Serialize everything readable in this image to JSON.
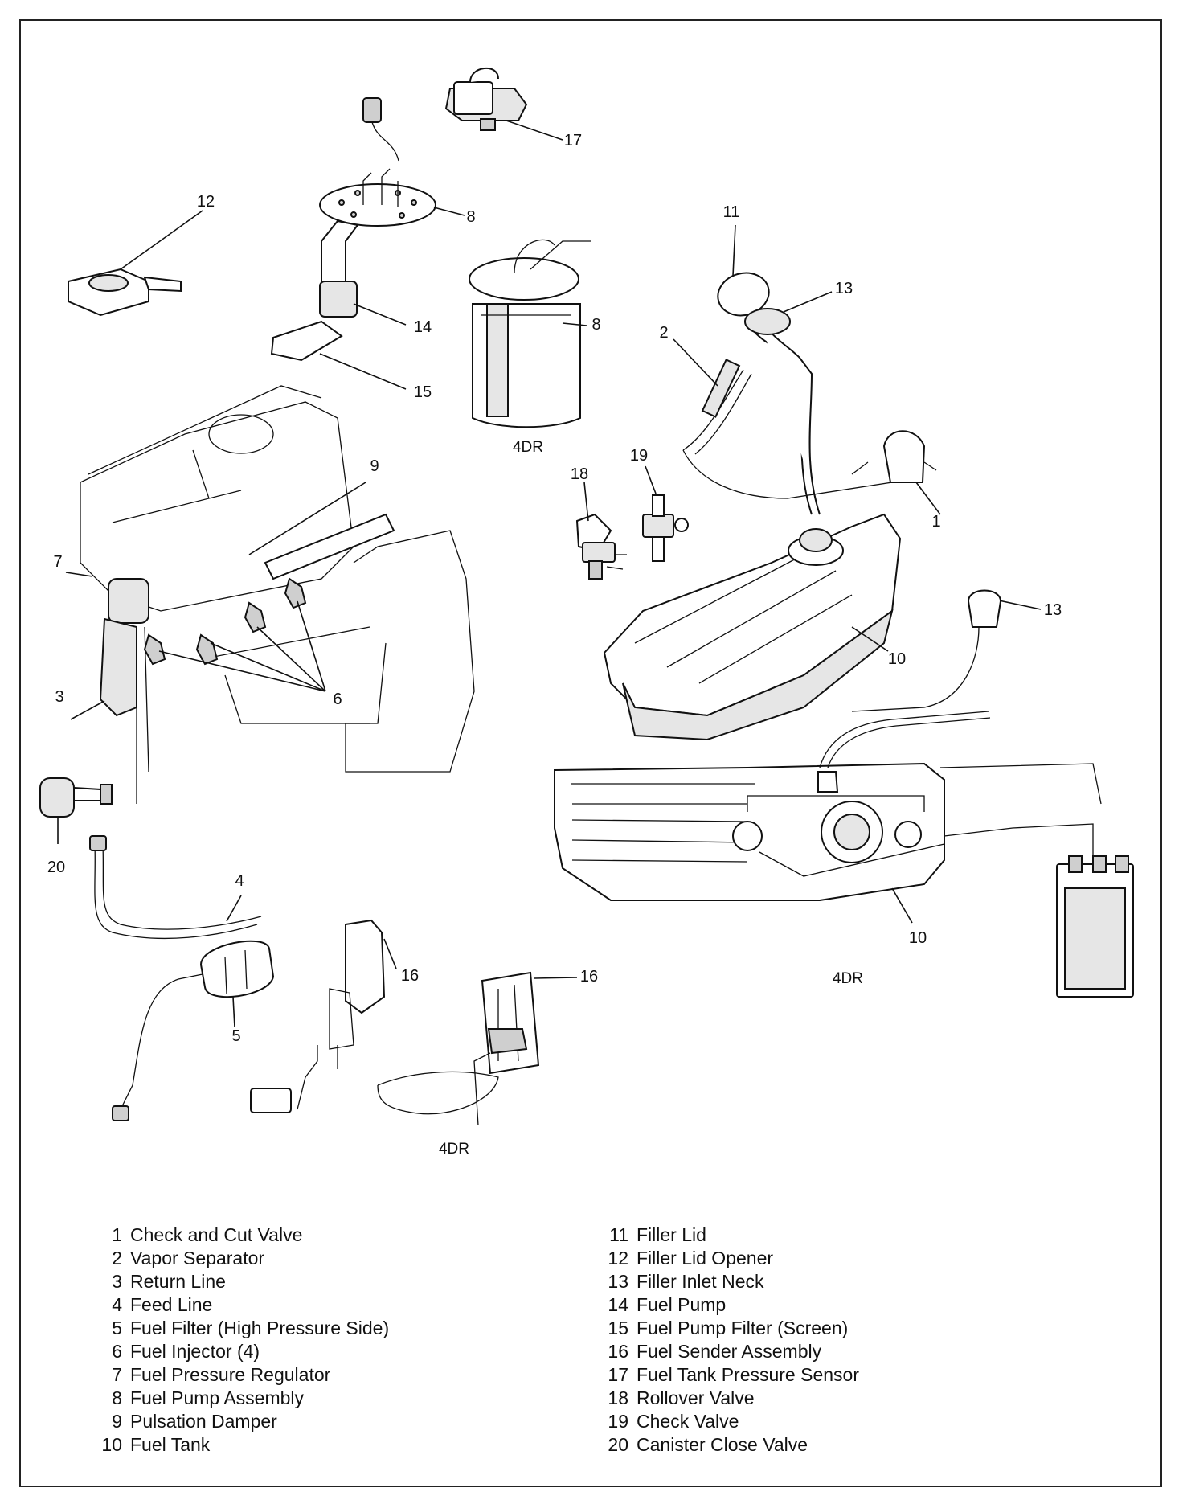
{
  "callouts": [
    {
      "n": "1"
    },
    {
      "n": "2"
    },
    {
      "n": "3"
    },
    {
      "n": "4"
    },
    {
      "n": "5"
    },
    {
      "n": "6"
    },
    {
      "n": "7"
    },
    {
      "n": "8"
    },
    {
      "n": "8"
    },
    {
      "n": "9"
    },
    {
      "n": "10"
    },
    {
      "n": "10"
    },
    {
      "n": "11"
    },
    {
      "n": "12"
    },
    {
      "n": "13"
    },
    {
      "n": "13"
    },
    {
      "n": "14"
    },
    {
      "n": "15"
    },
    {
      "n": "16"
    },
    {
      "n": "16"
    },
    {
      "n": "17"
    },
    {
      "n": "18"
    },
    {
      "n": "19"
    },
    {
      "n": "20"
    }
  ],
  "variant_label": "4DR",
  "legend": {
    "left": [
      {
        "num": "1",
        "text": "Check and Cut Valve"
      },
      {
        "num": "2",
        "text": "Vapor Separator"
      },
      {
        "num": "3",
        "text": "Return Line"
      },
      {
        "num": "4",
        "text": "Feed Line"
      },
      {
        "num": "5",
        "text": "Fuel Filter (High Pressure Side)"
      },
      {
        "num": "6",
        "text": "Fuel Injector (4)"
      },
      {
        "num": "7",
        "text": "Fuel Pressure Regulator"
      },
      {
        "num": "8",
        "text": "Fuel Pump Assembly"
      },
      {
        "num": "9",
        "text": "Pulsation Damper"
      },
      {
        "num": "10",
        "text": "Fuel Tank"
      }
    ],
    "right": [
      {
        "num": "11",
        "text": "Filler Lid"
      },
      {
        "num": "12",
        "text": "Filler Lid Opener"
      },
      {
        "num": "13",
        "text": "Filler Inlet Neck"
      },
      {
        "num": "14",
        "text": "Fuel Pump"
      },
      {
        "num": "15",
        "text": "Fuel Pump Filter (Screen)"
      },
      {
        "num": "16",
        "text": "Fuel Sender Assembly"
      },
      {
        "num": "17",
        "text": "Fuel Tank Pressure Sensor"
      },
      {
        "num": "18",
        "text": "Rollover Valve"
      },
      {
        "num": "19",
        "text": "Check Valve"
      },
      {
        "num": "20",
        "text": "Canister Close Valve"
      }
    ]
  }
}
